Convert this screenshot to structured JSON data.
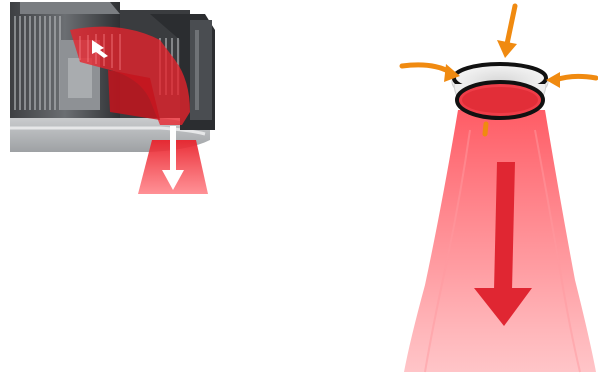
{
  "illustrations": [
    {
      "id": "fan-unit",
      "parts": [
        "housing-icon",
        "fan-blades-icon",
        "airflow-beam",
        "down-arrow-icon"
      ],
      "colors": {
        "housing": "#5a5c5f",
        "beam": "#f0303a",
        "arrow": "#ffffff"
      }
    },
    {
      "id": "nozzle",
      "parts": [
        "nozzle-ring-icon",
        "inflow-arrows",
        "airflow-cone",
        "down-arrow-icon"
      ],
      "colors": {
        "ring": "#1a1a1a",
        "inflow": "#f08a10",
        "cone": "#f24a55",
        "arrow": "#e02632"
      }
    }
  ]
}
